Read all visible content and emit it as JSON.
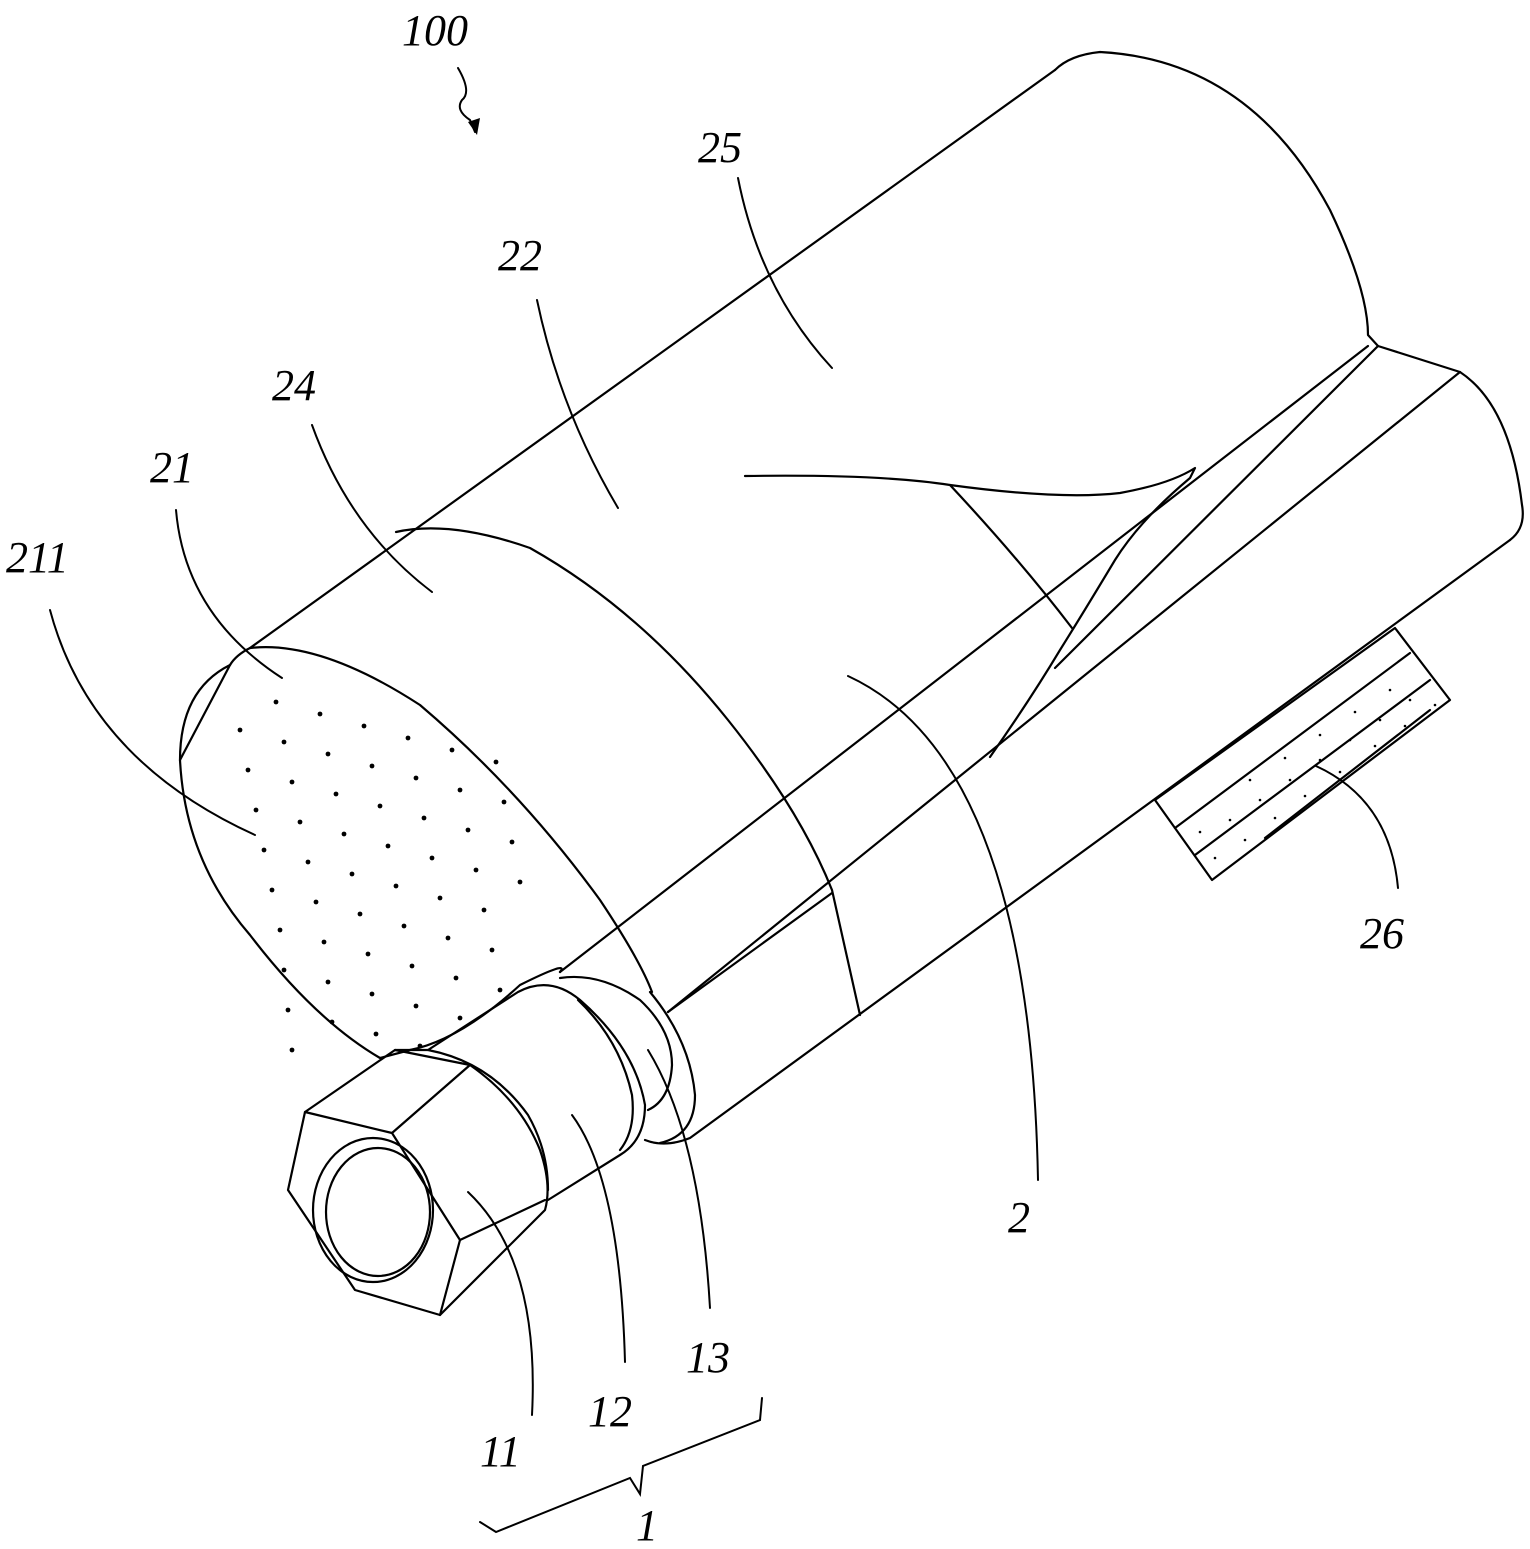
{
  "labels": {
    "assembly": "100",
    "housing": "2",
    "end_face": "21",
    "perforations": "211",
    "wall": "22",
    "ring": "24",
    "shell": "25",
    "bracket": "26",
    "connector_group": "1",
    "nut": "11",
    "collar": "12",
    "gasket": "13"
  }
}
